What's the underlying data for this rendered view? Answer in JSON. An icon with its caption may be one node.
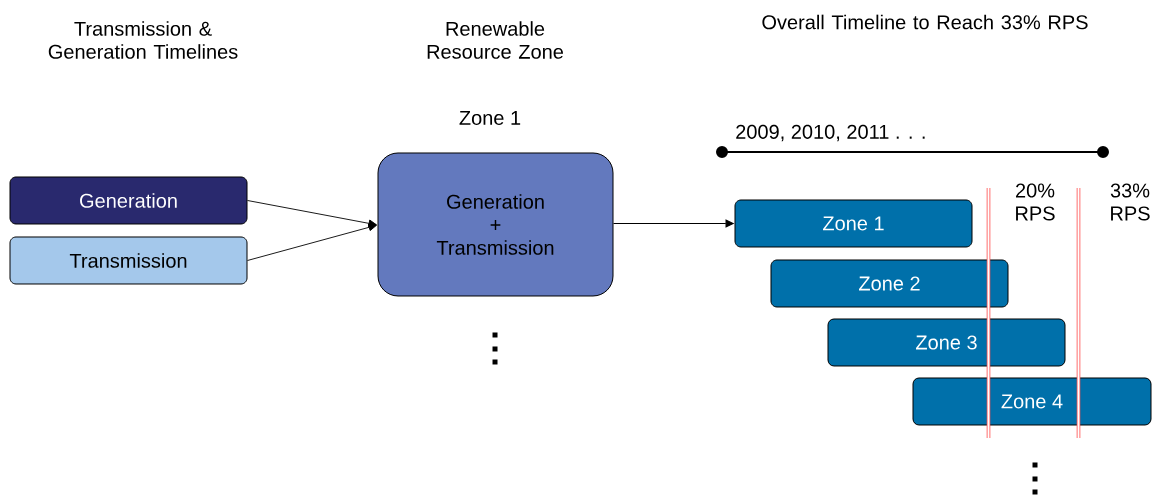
{
  "diagram": {
    "nodes": [
      {
        "text": [
          "Generation"
        ]
      },
      {
        "text": [
          "Transmission"
        ]
      },
      {
        "text": [
          "Generation",
          "+",
          "Transmission"
        ],
        "beside": [
          "Zone 1"
        ]
      },
      {
        "text": [
          "Zone 1"
        ]
      },
      {
        "text": [
          "Zone 2"
        ]
      },
      {
        "text": [
          "Zone 3"
        ]
      },
      {
        "text": [
          "Zone 4"
        ]
      }
    ],
    "edges": [
      {
        "from": 0,
        "to": 2,
        "arrow": "to"
      },
      {
        "from": 1,
        "to": 2,
        "arrow": "to"
      },
      {
        "from": 2,
        "to": 3,
        "arrow": "to"
      }
    ],
    "labels": [
      "Transmission & Generation Timelines",
      "Renewable Resource Zone",
      "Overall Timeline to Reach 33% RPS",
      "2009, 2010, 2011 . . .",
      "20% RPS",
      "33% RPS"
    ]
  }
}
